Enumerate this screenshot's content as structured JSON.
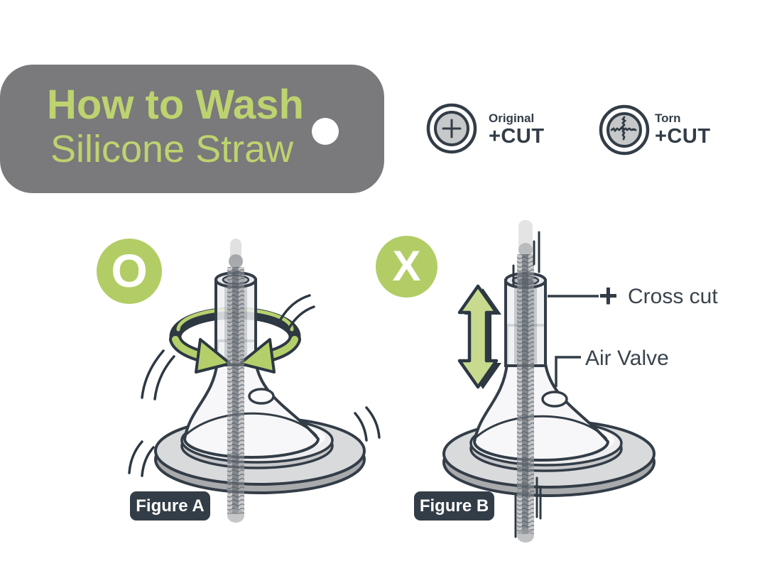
{
  "header": {
    "title_line1": "How to Wash",
    "title_line2": "Silicone Straw"
  },
  "legend": {
    "items": [
      {
        "name": "Original",
        "cut": "+CUT",
        "icon": "plus-cut-icon"
      },
      {
        "name": "Torn",
        "cut": "+CUT",
        "icon": "torn-cross-icon"
      }
    ]
  },
  "figure_a": {
    "badge": "O",
    "label": "Figure A",
    "meaning": "correct: twist/rotate brush"
  },
  "figure_b": {
    "badge": "X",
    "label": "Figure B",
    "meaning": "incorrect: straight up-down brushing",
    "annotations": {
      "plus": "+",
      "cross_cut": "Cross cut",
      "air_valve": "Air Valve"
    }
  },
  "colors": {
    "green": "#b2cd65",
    "title_green": "#bdd36f",
    "dark_navy": "#333d47",
    "banner_gray": "#7a797b",
    "base_gray": "#d9dadc"
  }
}
